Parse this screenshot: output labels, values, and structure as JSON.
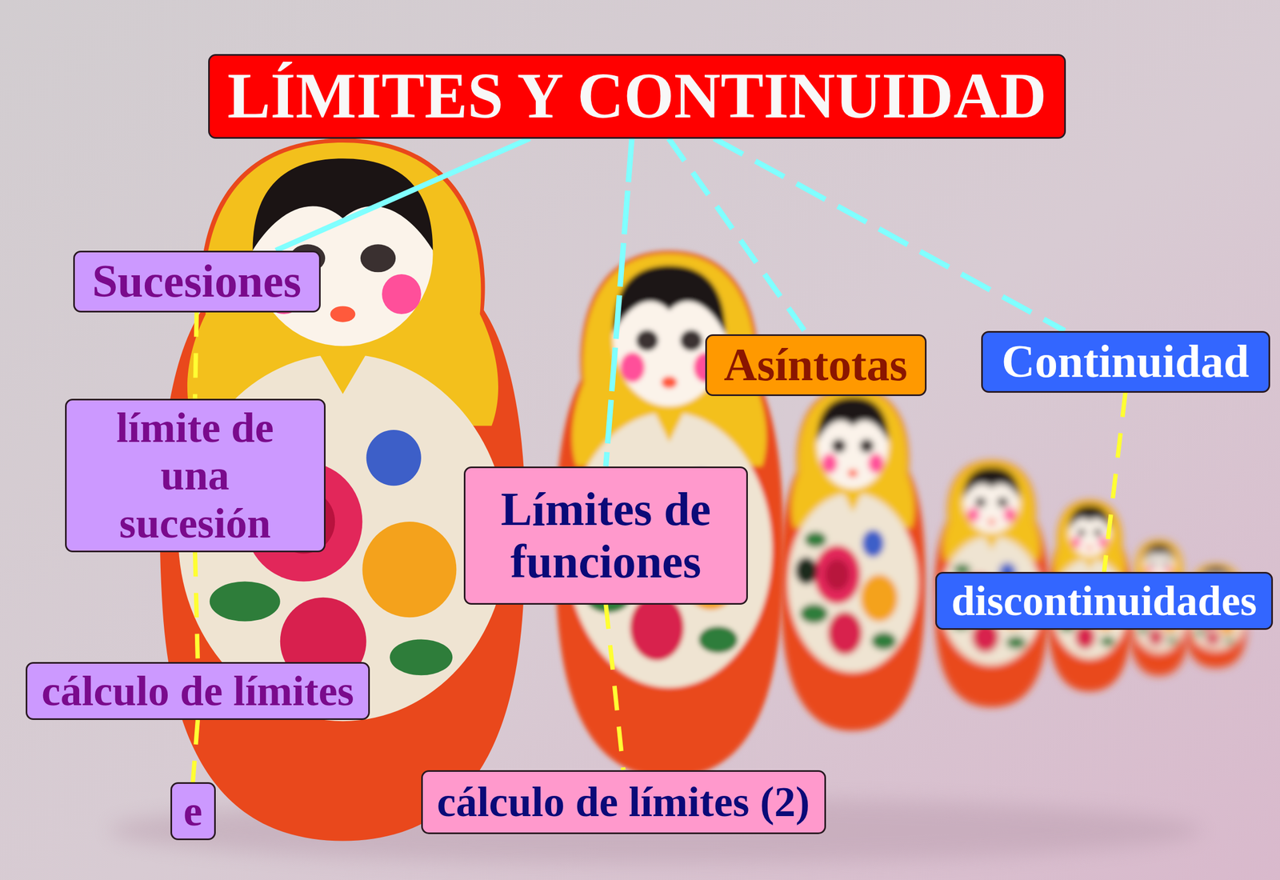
{
  "diagram": {
    "nodes": [
      {
        "text": [
          "LÍMITES Y CONTINUIDAD"
        ]
      },
      {
        "text": [
          "Sucesiones"
        ]
      },
      {
        "text": [
          "Asíntotas"
        ]
      },
      {
        "text": [
          "Continuidad"
        ]
      },
      {
        "text": [
          "límite de una sucesión"
        ]
      },
      {
        "text": [
          "Límites de funciones"
        ]
      },
      {
        "text": [
          "discontinuidades"
        ]
      },
      {
        "text": [
          "cálculo de límites"
        ]
      },
      {
        "text": [
          "e"
        ]
      },
      {
        "text": [
          "cálculo de límites (2)"
        ]
      }
    ],
    "edges": [
      {
        "from": 0,
        "to": 1,
        "arrow": "none"
      },
      {
        "from": 0,
        "to": 5,
        "arrow": "none"
      },
      {
        "from": 0,
        "to": 2,
        "arrow": "none"
      },
      {
        "from": 0,
        "to": 3,
        "arrow": "none"
      },
      {
        "from": 1,
        "to": 4,
        "arrow": "none"
      },
      {
        "from": 4,
        "to": 7,
        "arrow": "none"
      },
      {
        "from": 7,
        "to": 8,
        "arrow": "none"
      },
      {
        "from": 5,
        "to": 9,
        "arrow": "none"
      },
      {
        "from": 3,
        "to": 6,
        "arrow": "none"
      }
    ]
  }
}
